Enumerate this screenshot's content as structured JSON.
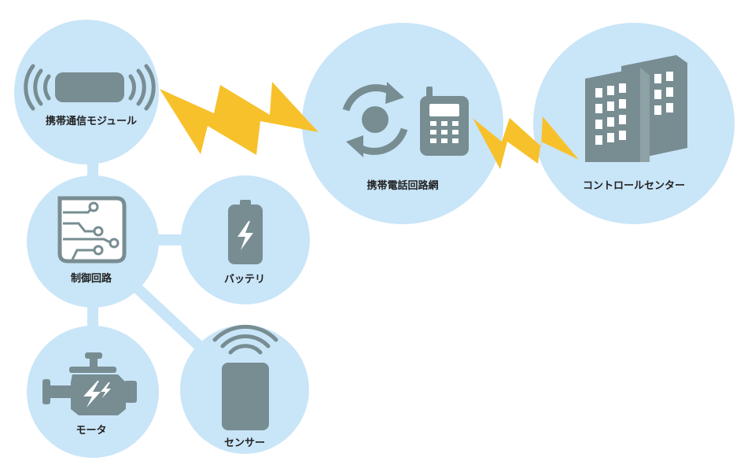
{
  "colors": {
    "node_fill": "#c9e5f8",
    "connector": "#c9e5f8",
    "icon": "#778d92",
    "icon_light": "#ffffff",
    "lightning": "#f7c12c",
    "label": "#222222"
  },
  "nodes": {
    "comm_module": {
      "label": "携帯通信モジュール",
      "icon": "wireless-module-icon"
    },
    "control_circuit": {
      "label": "制御回路",
      "icon": "circuit-board-icon"
    },
    "battery": {
      "label": "バッテリ",
      "icon": "battery-icon"
    },
    "motor": {
      "label": "モータ",
      "icon": "engine-icon"
    },
    "sensor": {
      "label": "センサー",
      "icon": "sensor-icon"
    },
    "mobile_network": {
      "label": "携帯電話回路網",
      "icon": "mobile-network-icon"
    },
    "control_center": {
      "label": "コントロールセンター",
      "icon": "building-icon"
    }
  }
}
